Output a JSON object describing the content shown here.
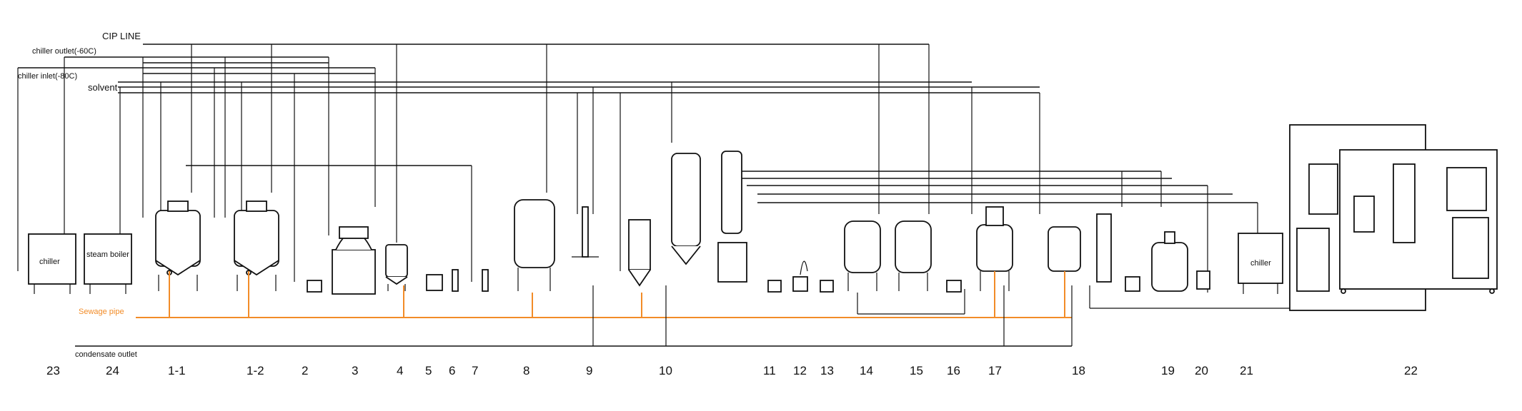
{
  "lines": {
    "cip": "CIP LINE",
    "chiller_outlet": "chiller outlet(-60C)",
    "chiller_inlet": "chiller inlet(-80C)",
    "solvent": "solvent",
    "sewage": "Sewage pipe",
    "condensate": "condensate outlet"
  },
  "equipment_labels": {
    "chiller_left": "chiller",
    "steam_boiler": "steam boiler",
    "chiller_right": "chiller"
  },
  "numbers": [
    "23",
    "24",
    "1-1",
    "1-2",
    "2",
    "3",
    "4",
    "5",
    "6",
    "7",
    "8",
    "9",
    "10",
    "11",
    "12",
    "13",
    "14",
    "15",
    "16",
    "17",
    "18",
    "19",
    "20",
    "21",
    "22"
  ],
  "colors": {
    "line": "#111111",
    "sewage": "#f28c28"
  }
}
